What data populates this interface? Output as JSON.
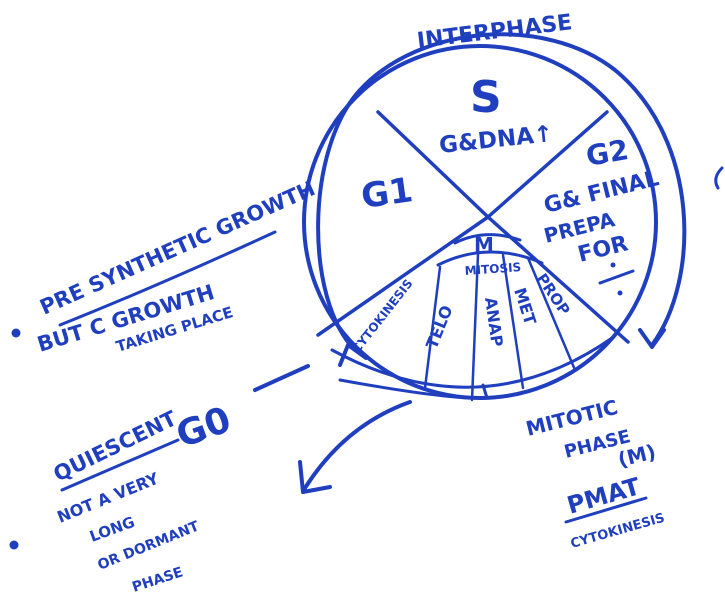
{
  "colors": {
    "ink": "#1f3fbf",
    "paper": "#ffffff"
  },
  "labels": {
    "interphase": "INTERPHASE",
    "s": "S",
    "s_sub": "G&DNA↑",
    "g1": "G1",
    "g2": "G2",
    "g2_line1": "G& FINAL",
    "g2_line2": "PREPA",
    "g2_line3": "FOR",
    "m": "M",
    "mitosis": "MITOSIS",
    "cytokinesis": "CYTOKINESIS",
    "telo": "TELO",
    "ana": "ANAP",
    "met": "MET",
    "prop": "PROP",
    "mitotic_line1": "MITOTIC",
    "mitotic_line2": "PHASE",
    "mitotic_line3": "(M)",
    "pmat": "PMAT",
    "pmat_sub": "CYTOKINESIS",
    "presynthetic": "PRE SYNTHETIC GROWTH",
    "but_line1": "BUT C GROWTH",
    "but_line2": "TAKING PLACE",
    "quiescent": "QUIESCENT",
    "g0": "G0",
    "notvery_line1": "NOT A VERY",
    "notvery_line2": "LONG",
    "notvery_line3": "OR DORMANT",
    "notvery_line4": "PHASE"
  }
}
